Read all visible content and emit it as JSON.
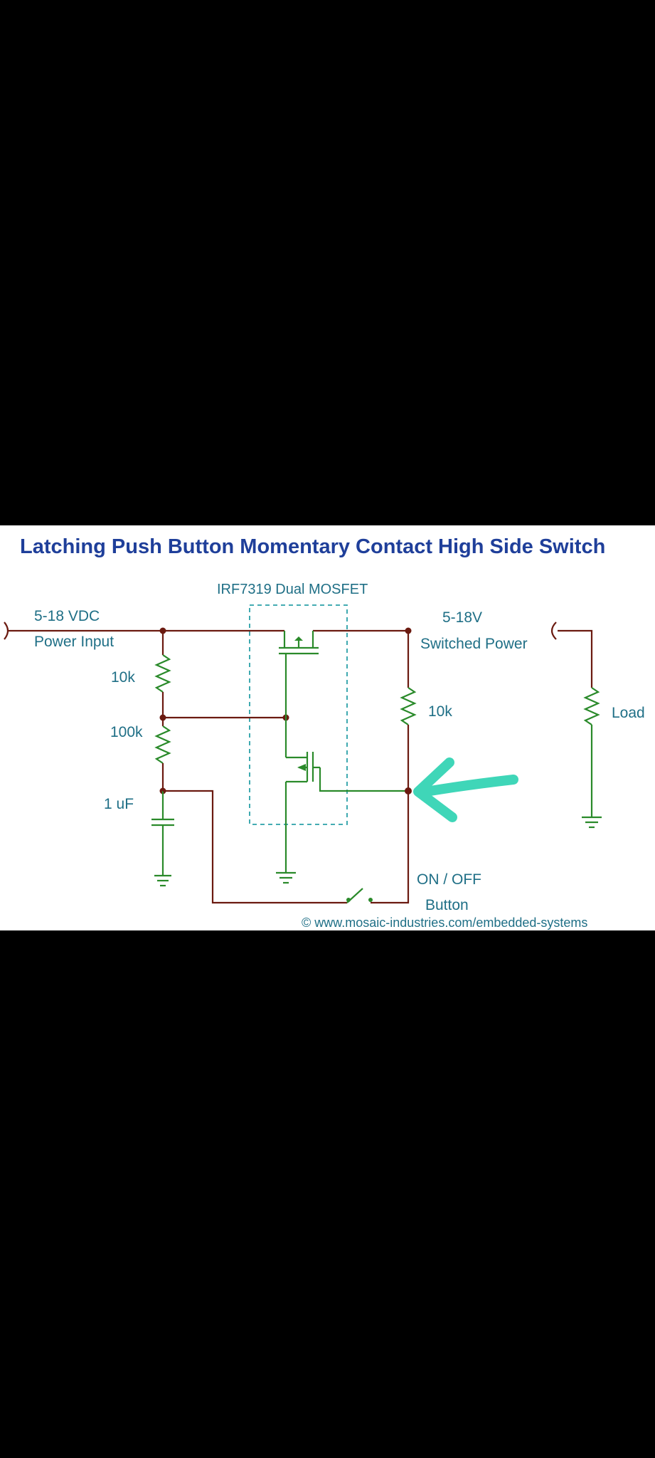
{
  "diagram": {
    "title": "Latching Push Button Momentary Contact High Side Switch",
    "labels": {
      "mosfet": "IRF7319 Dual MOSFET",
      "vin": "5-18 VDC",
      "vin_desc": "Power Input",
      "vout": "5-18V",
      "vout_desc": "Switched Power",
      "r1": "10k",
      "r2": "100k",
      "c1": "1 uF",
      "r3": "10k",
      "load": "Load",
      "button_line1": "ON / OFF",
      "button_line2": "Button"
    },
    "footer": "© www.mosaic-industries.com/embedded-systems",
    "colors": {
      "title": "#1f3f9a",
      "labels": "#1f6f86",
      "wire": "#6b1a10",
      "component": "#2a8a2a",
      "ic_box": "#2aa0a8",
      "arrow": "#3fd6b8"
    }
  }
}
